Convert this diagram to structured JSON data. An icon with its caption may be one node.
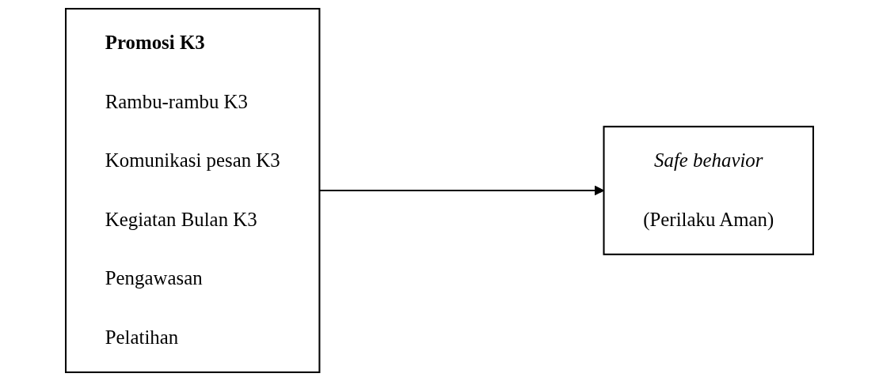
{
  "diagram": {
    "nodes": [
      {
        "text": [
          "Promosi K3",
          "Rambu-rambu K3",
          "Komunikasi pesan K3",
          "Kegiatan Bulan K3",
          "Pengawasan",
          "Pelatihan"
        ]
      },
      {
        "text": [
          "Safe behavior",
          "(Perilaku Aman)"
        ]
      }
    ],
    "edges": [
      {
        "from": 0,
        "to": 1,
        "arrow": "to"
      }
    ]
  }
}
